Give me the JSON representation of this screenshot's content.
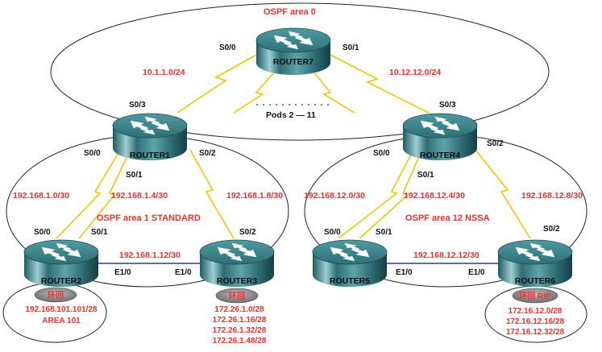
{
  "areas": {
    "area0": "OSPF area 0",
    "area1": "OSPF area 1 STANDARD",
    "area12": "OSPF area 12 NSSA"
  },
  "pods": "Pods 2 — 11",
  "routers": {
    "r7": "ROUTER7",
    "r1": "ROUTER1",
    "r4": "ROUTER4",
    "r2": "ROUTER2",
    "r3": "ROUTER3",
    "r5": "ROUTER5",
    "r6": "ROUTER6"
  },
  "interfaces": {
    "r7_s00": "S0/0",
    "r7_s01": "S0/1",
    "r1_s03": "S0/3",
    "r1_s00": "S0/0",
    "r1_s01": "S0/1",
    "r1_s02": "S0/2",
    "r4_s03": "S0/3",
    "r4_s00": "S0/0",
    "r4_s01": "S0/1",
    "r4_s02": "S0/2",
    "r2_s00": "S0/0",
    "r2_s01": "S0/1",
    "r2_e10": "E1/0",
    "r3_s02": "S0/2",
    "r3_e10": "E1/0",
    "r5_s00": "S0/0",
    "r5_s01": "S0/1",
    "r5_e10": "E1/0",
    "r6_s02": "S0/2",
    "r6_e10": "E1/0"
  },
  "networks": {
    "n10_1": "10.1.1.0/24",
    "n10_12": "10.12.12.0/24",
    "n168_1_0": "192.168.1.0/30",
    "n168_1_4": "192.168.1.4/30",
    "n168_1_8": "192.168.1.8/30",
    "n168_1_12": "192.168.1.12/30",
    "n168_12_0": "192.168.12.0/30",
    "n168_12_4": "192.168.12.4/30",
    "n168_12_8": "192.168.12.8/30",
    "n168_12_12": "192.168.12.12/30"
  },
  "loopbacks": {
    "r2_badge": "环回",
    "r3_badge": "环回",
    "r6_badge": "环回 RIP",
    "r2_lines": [
      "192.168.101.101/28",
      "AREA 101"
    ],
    "r3_lines": [
      "172.26.1.0/28",
      "172.26.1.16/28",
      "172.26.1.32/28",
      "172.26.1.48/28"
    ],
    "r6_lines": [
      "172.16.12.0/28",
      "172.16.12.16/28",
      "172.16.12.32/28"
    ]
  },
  "colors": {
    "serial_link": "#f5c400",
    "ethernet_link": "#2a3a8a",
    "label_red": "#e8312f",
    "router_top": "#3a7f86",
    "router_side": "#2b6a70"
  }
}
